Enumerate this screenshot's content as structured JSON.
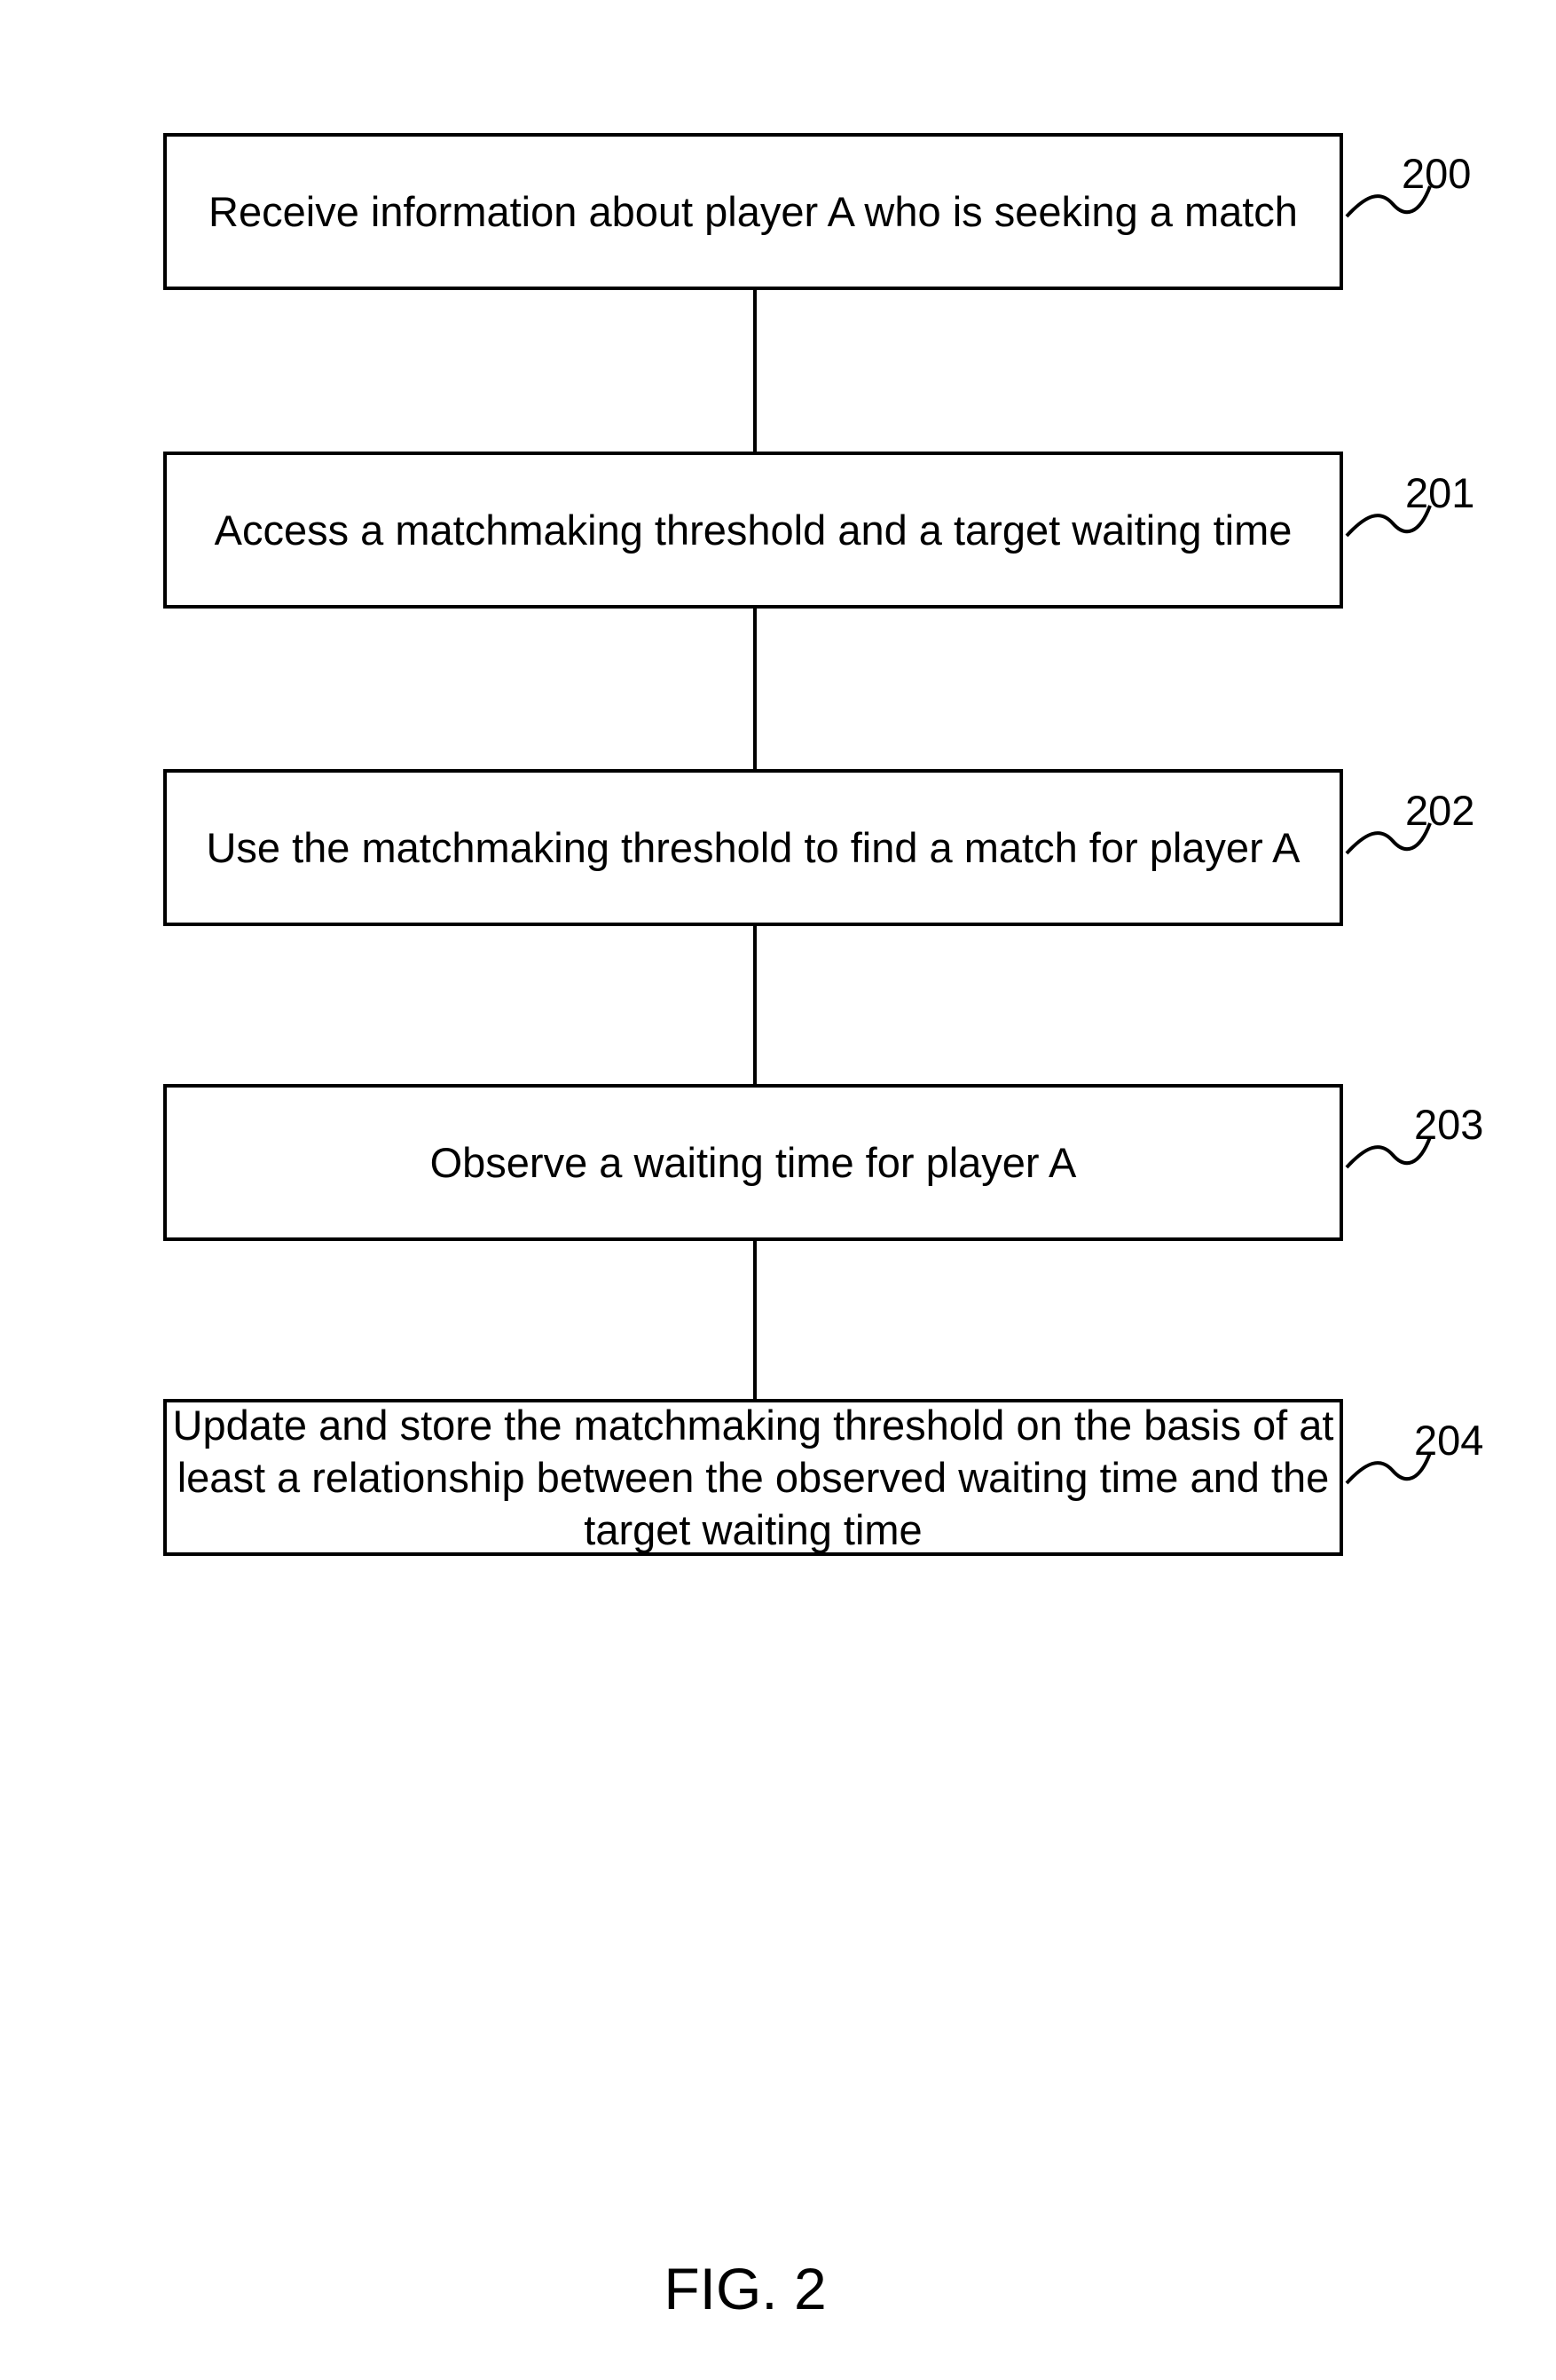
{
  "steps": [
    {
      "ref": "200",
      "text": "Receive information about player A who is seeking a match"
    },
    {
      "ref": "201",
      "text": "Access a matchmaking threshold and a target waiting time"
    },
    {
      "ref": "202",
      "text": "Use the matchmaking threshold to find a match for player A"
    },
    {
      "ref": "203",
      "text": "Observe a waiting time for player A"
    },
    {
      "ref": "204",
      "text": "Update and store the matchmaking threshold on the basis of at least a relationship between the observed waiting time and the target waiting time"
    }
  ],
  "caption": "FIG. 2"
}
